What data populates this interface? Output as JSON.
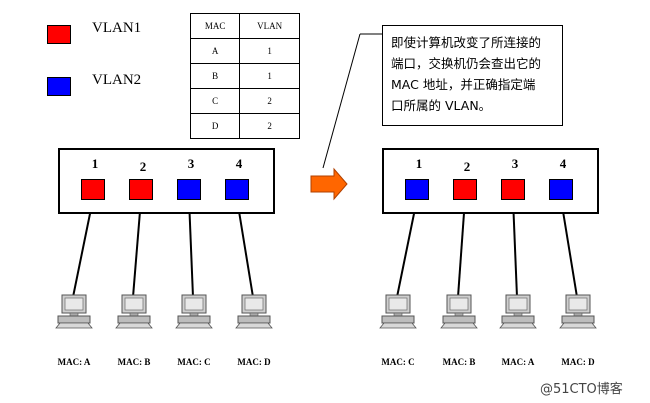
{
  "colors": {
    "vlan1": "#ff0000",
    "vlan2": "#0000ff",
    "arrow": "#ff6600"
  },
  "legend": [
    {
      "label": "VLAN1",
      "color": "#ff0000"
    },
    {
      "label": "VLAN2",
      "color": "#0000ff"
    }
  ],
  "mac_table": {
    "headers": [
      "MAC",
      "VLAN"
    ],
    "rows": [
      [
        "A",
        "1"
      ],
      [
        "B",
        "1"
      ],
      [
        "C",
        "2"
      ],
      [
        "D",
        "2"
      ]
    ]
  },
  "left_switch": {
    "ports": [
      {
        "num": "1",
        "vlan": "vlan1"
      },
      {
        "num": "2",
        "vlan": "vlan1"
      },
      {
        "num": "3",
        "vlan": "vlan2"
      },
      {
        "num": "4",
        "vlan": "vlan2"
      }
    ],
    "hosts": [
      "MAC: A",
      "MAC: B",
      "MAC: C",
      "MAC: D"
    ]
  },
  "right_switch": {
    "ports": [
      {
        "num": "1",
        "vlan": "vlan2"
      },
      {
        "num": "2",
        "vlan": "vlan1"
      },
      {
        "num": "3",
        "vlan": "vlan1"
      },
      {
        "num": "4",
        "vlan": "vlan2"
      }
    ],
    "hosts": [
      "MAC: C",
      "MAC: B",
      "MAC: A",
      "MAC: D"
    ]
  },
  "note": {
    "lines": [
      "即使计算机改变了所连接的",
      "端口，交换机仍会查出它的",
      "MAC 地址，并正确指定端",
      "口所属的 VLAN。"
    ]
  },
  "watermark": "@51CTO博客",
  "icons": {
    "computer": "desktop-computer-icon",
    "arrow": "right-arrow-icon"
  }
}
